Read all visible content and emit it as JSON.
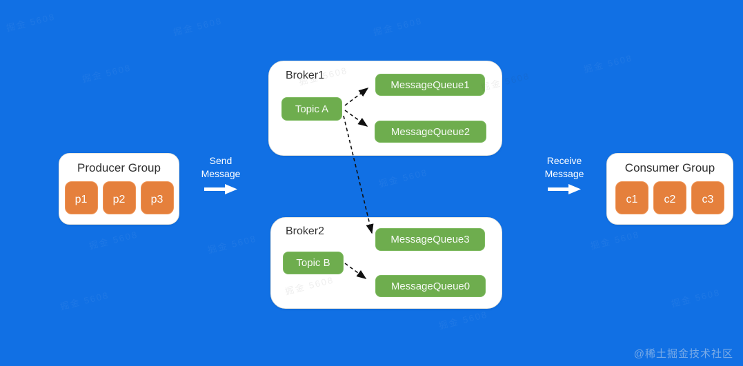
{
  "colors": {
    "background": "#1170e4",
    "panel": "#ffffff",
    "node_green": "#6ead4e",
    "member_orange": "#e5803c",
    "arrow_black": "#101010",
    "flow_text": "#ffffff"
  },
  "producer_group": {
    "title": "Producer Group",
    "members": [
      "p1",
      "p2",
      "p3"
    ]
  },
  "consumer_group": {
    "title": "Consumer Group",
    "members": [
      "c1",
      "c2",
      "c3"
    ]
  },
  "brokers": [
    {
      "title": "Broker1",
      "topic": "Topic A",
      "queues": [
        "MessageQueue1",
        "MessageQueue2"
      ]
    },
    {
      "title": "Broker2",
      "topic": "Topic B",
      "queues": [
        "MessageQueue3",
        "MessageQueue0"
      ]
    }
  ],
  "flows": {
    "send": {
      "line1": "Send",
      "line2": "Message"
    },
    "receive": {
      "line1": "Receive",
      "line2": "Message"
    }
  },
  "edges": [
    {
      "from": "Topic A",
      "to": "MessageQueue1",
      "style": "dashed-arrow"
    },
    {
      "from": "Topic A",
      "to": "MessageQueue2",
      "style": "dashed-arrow"
    },
    {
      "from": "Topic A",
      "to": "MessageQueue3",
      "style": "dashed-arrow"
    },
    {
      "from": "Topic B",
      "to": "MessageQueue0",
      "style": "dashed-arrow"
    },
    {
      "from": "Producer Group",
      "to": "Brokers",
      "label": "Send Message",
      "style": "white-block-arrow"
    },
    {
      "from": "Brokers",
      "to": "Consumer Group",
      "label": "Receive Message",
      "style": "white-block-arrow"
    }
  ],
  "watermark": {
    "tile_text": "掘金 5608",
    "credit": "@稀土掘金技术社区"
  }
}
